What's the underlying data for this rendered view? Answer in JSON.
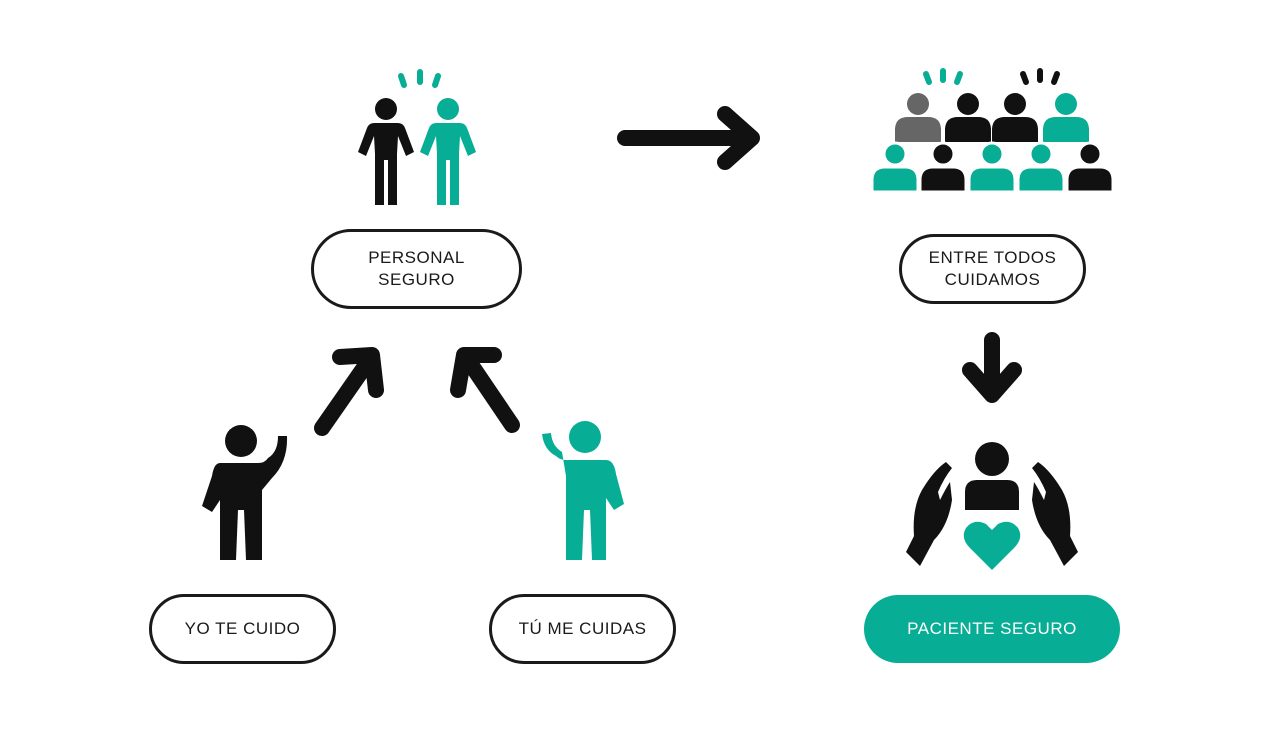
{
  "colors": {
    "black": "#111111",
    "teal": "#08ad96",
    "gray": "#666666",
    "outline": "#1a1a1a"
  },
  "labels": {
    "personal_seguro": "PERSONAL\nSEGURO",
    "entre_todos": "ENTRE TODOS\nCUIDAMOS",
    "yo_te_cuido": "YO TE CUIDO",
    "tu_me_cuidas": "TÚ ME CUIDAS",
    "paciente_seguro": "PACIENTE SEGURO"
  },
  "icons": {
    "pair": "two-people-icon",
    "crowd": "crowd-icon",
    "waving_black": "waving-person-black-icon",
    "waving_teal": "waving-person-teal-icon",
    "patient": "protected-patient-icon",
    "arrow_right": "arrow-right-icon",
    "arrow_down": "arrow-down-icon",
    "arrow_up_right": "arrow-up-right-icon",
    "arrow_up_left": "arrow-up-left-icon"
  }
}
